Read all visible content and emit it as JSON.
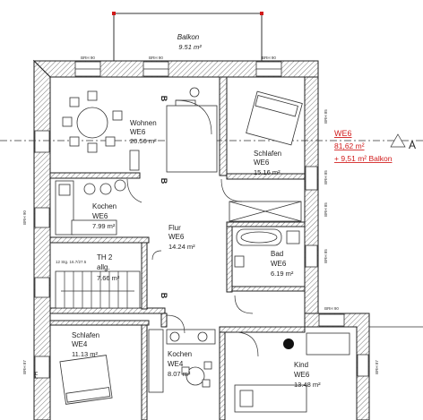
{
  "balcony": {
    "name": "Balkon",
    "area": "9.51 m²"
  },
  "rooms": [
    {
      "id": "wohnen",
      "name": "Wohnen",
      "unit": "WE6",
      "area": "20.56 m²"
    },
    {
      "id": "schlafen-we6",
      "name": "Schlafen",
      "unit": "WE6",
      "area": "15.16 m²"
    },
    {
      "id": "kochen-we6",
      "name": "Kochen",
      "unit": "WE6",
      "area": "7.99 m²"
    },
    {
      "id": "flur",
      "name": "Flur",
      "unit": "WE6",
      "area": "14.24 m²"
    },
    {
      "id": "bad",
      "name": "Bad",
      "unit": "WE6",
      "area": "6.19 m²"
    },
    {
      "id": "th2",
      "name": "TH 2",
      "unit": "allg.",
      "area": "7.66 m²"
    },
    {
      "id": "schlafen-we4",
      "name": "Schlafen",
      "unit": "WE4",
      "area": "11.13 m²"
    },
    {
      "id": "kochen-we4",
      "name": "Kochen",
      "unit": "WE4",
      "area": "8.07 m²"
    },
    {
      "id": "kind",
      "name": "Kind",
      "unit": "WE6",
      "area": "13.48 m²"
    }
  ],
  "summary": {
    "unit": "WE6",
    "area": "81,62 m²",
    "balcony": "+ 9,51 m² Balkon"
  },
  "section_marker": "A",
  "window_labels": [
    "BRH 90",
    "BRH 90",
    "BRH 90",
    "BRH 85",
    "BRH 85",
    "BRH 85",
    "BRH 85",
    "BRH 90",
    "BRH 87",
    "BRH 90",
    "BRH 87"
  ],
  "stair_note": "12 Stg. 16.7/27.5",
  "door_marks": [
    "B",
    "B",
    "B",
    "FH"
  ],
  "colors": {
    "accent": "#d11a1a",
    "wall": "#222222",
    "background": "#ffffff"
  }
}
